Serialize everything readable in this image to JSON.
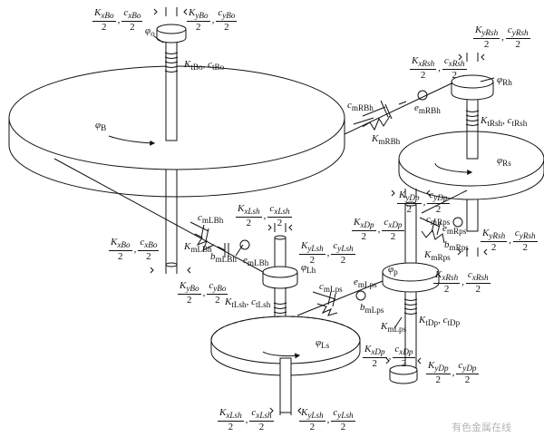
{
  "labels": {
    "phi_o": "φ",
    "phi_o_sub": "o",
    "phi_B": "φ",
    "phi_B_sub": "B",
    "phi_Rh": "φ",
    "phi_Rh_sub": "Rh",
    "phi_Rs": "φ",
    "phi_Rs_sub": "Rs",
    "phi_Lh": "φ",
    "phi_Lh_sub": "Lh",
    "phi_Ls": "φ",
    "phi_Ls_sub": "Ls",
    "phi_p": "φ",
    "phi_p_sub": "p",
    "kt_bo": "K",
    "kt_bo_sub": "tBo",
    "ct_bo": "c",
    "ct_bo_sub": "tBo",
    "kt_rsh": "K",
    "kt_rsh_sub": "tRsh",
    "ct_rsh": "c",
    "ct_rsh_sub": "tRsh",
    "kt_lsh": "K",
    "kt_lsh_sub": "tLsh",
    "ct_lsh": "c",
    "ct_lsh_sub": "tLsh",
    "kt_dp": "K",
    "kt_dp_sub": "tDp",
    "ct_dp": "c",
    "ct_dp_sub": "tDp",
    "c_mrbh": "c",
    "c_mrbh_sub": "mRBh",
    "e_mrbh": "e",
    "e_mrbh_sub": "mRBh",
    "k_mrbh": "K",
    "k_mrbh_sub": "mRBh",
    "c_mlbh": "c",
    "c_mlbh_sub": "mLBh",
    "k_mlbh": "K",
    "k_mlbh_sub": "mLBh",
    "b_mlbh": "b",
    "b_mlbh_sub": "mLBh",
    "e_mlbh": "e",
    "e_mlbh_sub": "mLBh",
    "e_mlps": "e",
    "e_mlps_sub": "mLps",
    "c_mlps": "c",
    "c_mlps_sub": "mLps",
    "b_mlps": "b",
    "b_mlps_sub": "mLps",
    "k_mlps": "K",
    "k_mlps_sub": "mLps",
    "c_mrps": "c",
    "c_mrps_sub": "mRps",
    "e_mrps": "e",
    "e_mrps_sub": "mRps",
    "b_mrps": "b",
    "b_mrps_sub": "mRps",
    "k_mrps": "K",
    "k_mrps_sub": "mRps",
    "two": "2",
    "comma": ","
  },
  "fractions": {
    "xbo_top_k": "K",
    "xbo_top_ksub": "xBo",
    "xbo_top_c": "c",
    "xbo_top_csub": "xBo",
    "ybo_top_k": "K",
    "ybo_top_ksub": "yBo",
    "ybo_top_c": "c",
    "ybo_top_csub": "yBo",
    "yrsh_top_k": "K",
    "yrsh_top_ksub": "yRsh",
    "yrsh_top_c": "c",
    "yrsh_top_csub": "yRsh",
    "xrsh_top_k": "K",
    "xrsh_top_ksub": "xRsh",
    "xrsh_top_c": "c",
    "xrsh_top_csub": "xRsh",
    "ydp_k": "K",
    "ydp_ksub": "yDp",
    "ydp_c": "c",
    "ydp_csub": "yDp",
    "xdp_k": "K",
    "xdp_ksub": "xDp",
    "xdp_c": "c",
    "xdp_csub": "xDp",
    "xlsh_top_k": "K",
    "xlsh_top_ksub": "xLsh",
    "xlsh_top_c": "c",
    "xlsh_top_csub": "xLsh",
    "ylsh_top_k": "K",
    "ylsh_top_ksub": "yLsh",
    "ylsh_top_c": "c",
    "ylsh_top_csub": "yLsh",
    "yrsh_b_k": "K",
    "yrsh_b_ksub": "yRsh",
    "yrsh_b_c": "c",
    "yrsh_b_csub": "yRsh",
    "xrsh_b_k": "K",
    "xrsh_b_ksub": "xRsh",
    "xrsh_b_c": "c",
    "xrsh_b_csub": "xRsh",
    "xbo_b_k": "K",
    "xbo_b_ksub": "xBo",
    "xbo_b_c": "c",
    "xbo_b_csub": "xBo",
    "ybo_b_k": "K",
    "ybo_b_ksub": "yBo",
    "ybo_b_c": "c",
    "ybo_b_csub": "yBo",
    "xdp_b_k": "K",
    "xdp_b_ksub": "xDp",
    "xdp_b_c": "c",
    "xdp_b_csub": "xDp",
    "ydp_b_k": "K",
    "ydp_b_ksub": "yDp",
    "ydp_b_c": "c",
    "ydp_b_csub": "yDp",
    "xlsh_b_k": "K",
    "xlsh_b_ksub": "xLsh",
    "xlsh_b_c": "c",
    "xlsh_b_csub": "xLsh",
    "ylsh_b_k": "K",
    "ylsh_b_ksub": "yLsh",
    "ylsh_b_c": "c",
    "ylsh_b_csub": "yLsh"
  },
  "watermark": "有色金属在线"
}
